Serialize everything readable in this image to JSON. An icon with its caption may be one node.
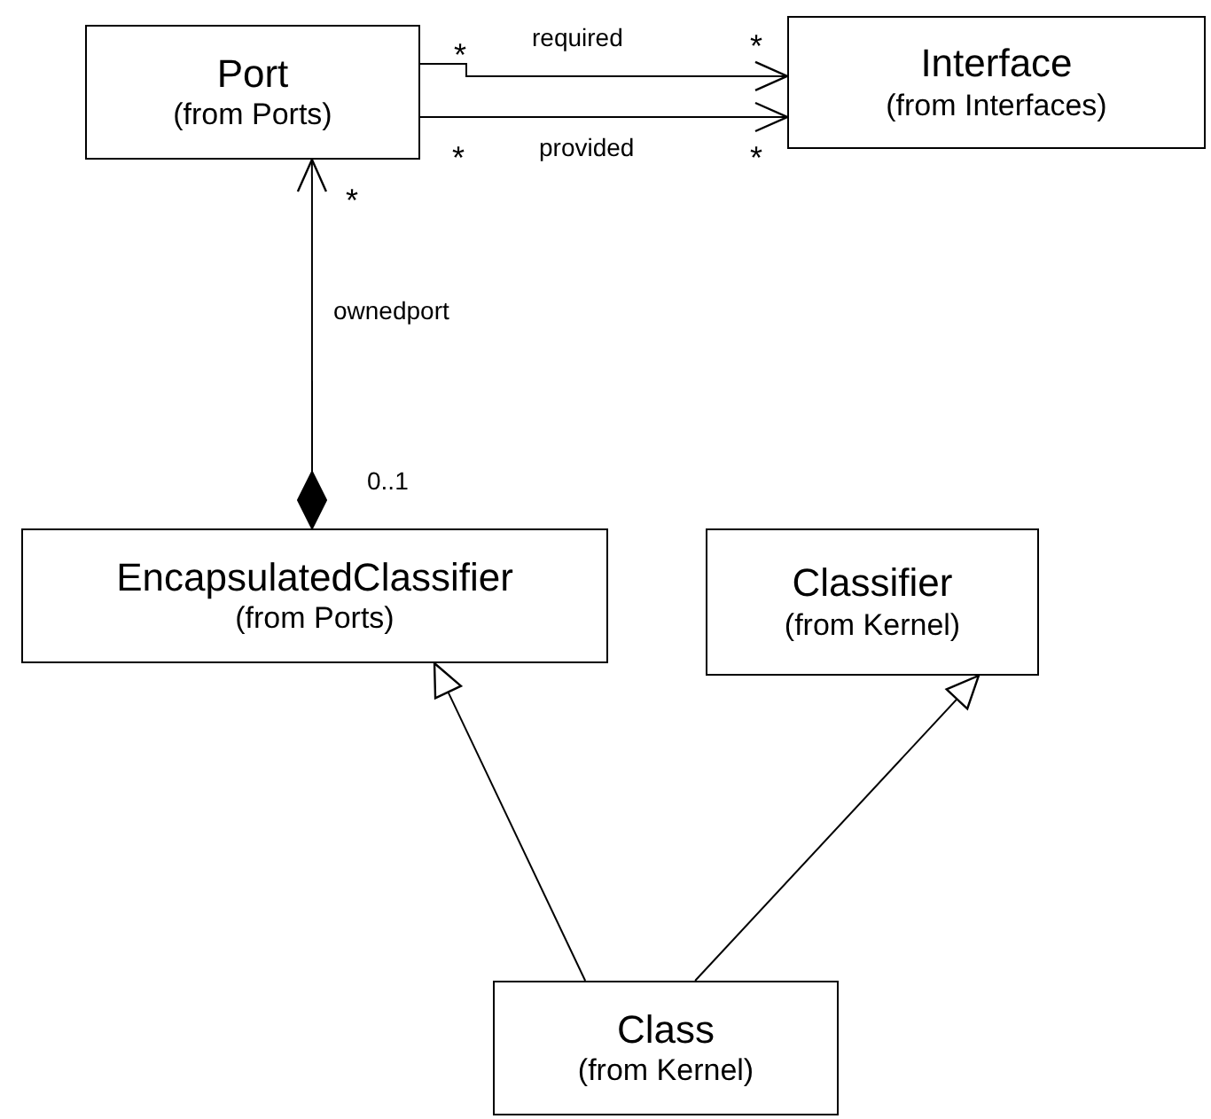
{
  "diagram": {
    "nodes": [
      {
        "text": [
          "Port",
          "(from Ports)"
        ]
      },
      {
        "text": [
          "Interface",
          "(from Interfaces)"
        ]
      },
      {
        "text": [
          "EncapsulatedClassifier",
          "(from Ports)"
        ]
      },
      {
        "text": [
          "Classifier",
          "(from Kernel)"
        ]
      },
      {
        "text": [
          "Class",
          "(from Kernel)"
        ]
      }
    ],
    "edges": [
      {
        "from": 0,
        "to": 1,
        "arrow": "to",
        "label": "required"
      },
      {
        "from": 0,
        "to": 1,
        "arrow": "to",
        "label": "provided"
      },
      {
        "from": 2,
        "to": 0,
        "arrow": "to",
        "label": "ownedport"
      },
      {
        "from": 4,
        "to": 2,
        "arrow": "to"
      },
      {
        "from": 4,
        "to": 3,
        "arrow": "to"
      }
    ],
    "labels": [
      "*",
      "*",
      "*",
      "*",
      "*",
      "0..1"
    ]
  }
}
